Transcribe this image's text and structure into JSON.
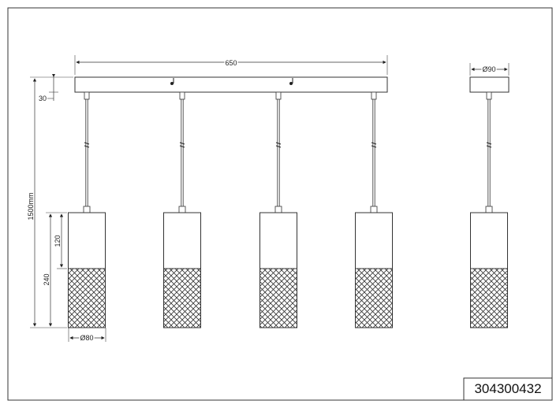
{
  "product_code": "304300432",
  "dimensions": {
    "canopy_length": "650",
    "canopy_height": "30",
    "overall_height": "1500mm",
    "shade_height": "240",
    "shade_upper_height": "120",
    "shade_diameter": "Ø80",
    "canopy_diameter_side": "Ø90"
  },
  "pendant_count": 4
}
